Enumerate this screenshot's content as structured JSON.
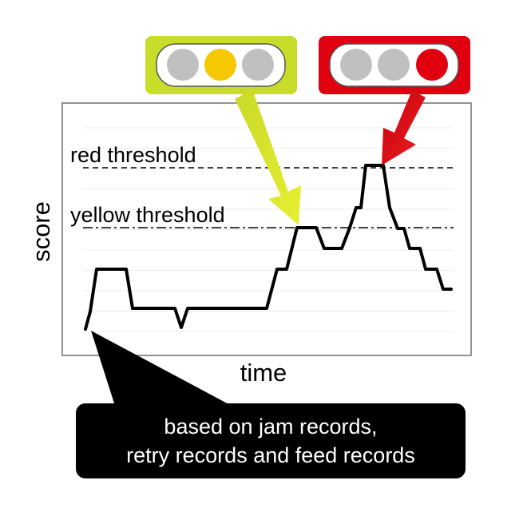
{
  "chart_data": {
    "type": "line",
    "xlabel": "time",
    "ylabel": "score",
    "thresholds": [
      {
        "name": "red threshold",
        "style": "dashed"
      },
      {
        "name": "yellow threshold",
        "style": "dash-dot"
      }
    ],
    "grid": true
  },
  "indicators": [
    {
      "state": "yellow",
      "lamps": [
        "#c0c0c0",
        "#f5c800",
        "#c0c0c0"
      ],
      "frame_color": "#c8dc2a"
    },
    {
      "state": "red",
      "lamps": [
        "#c0c0c0",
        "#c0c0c0",
        "#e00010"
      ],
      "frame_color": "#e00010"
    }
  ],
  "callout": {
    "line1": "based on jam records,",
    "line2": "retry records and feed records"
  },
  "colors": {
    "yellow_arrow": "#d3e82a",
    "red_arrow": "#e0101a",
    "plot_line": "#000000"
  }
}
